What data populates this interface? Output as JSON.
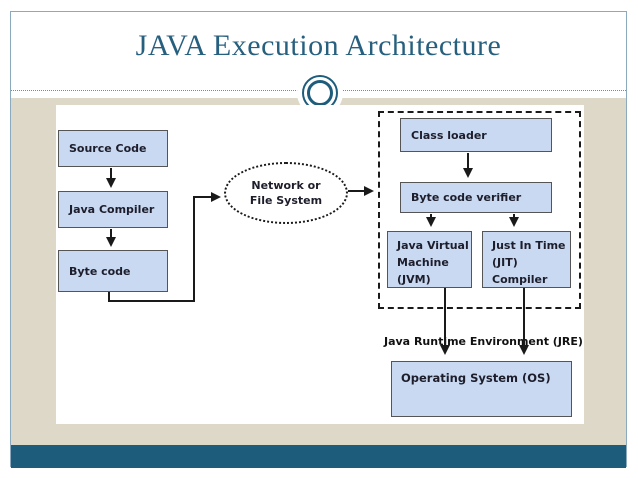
{
  "slide": {
    "title": "JAVA Execution Architecture"
  },
  "diagram": {
    "boxes": {
      "source_code": "Source Code",
      "java_compiler": "Java Compiler",
      "byte_code": "Byte code",
      "class_loader": "Class loader",
      "byte_code_verifier": "Byte code verifier",
      "jvm_lines": [
        "Java Virtual",
        "Machine",
        "(JVM)"
      ],
      "jit_lines": [
        "Just In Time",
        "(JIT)",
        "Compiler"
      ],
      "operating_system": "Operating System (OS)"
    },
    "ellipse_lines": [
      "Network or",
      "File System"
    ],
    "jre_label": "Java Runtime Environment (JRE)"
  },
  "colors": {
    "accent": "#1e5c7c",
    "title_text": "#27607f",
    "slide_border": "#8caabd",
    "rule": "#5e93b6",
    "canvas_beige": "#ddd8c8",
    "node_fill": "#c8d9f1",
    "node_border": "#555555",
    "node_text": "#1d1d2b",
    "line_black": "#1a1a1a"
  }
}
